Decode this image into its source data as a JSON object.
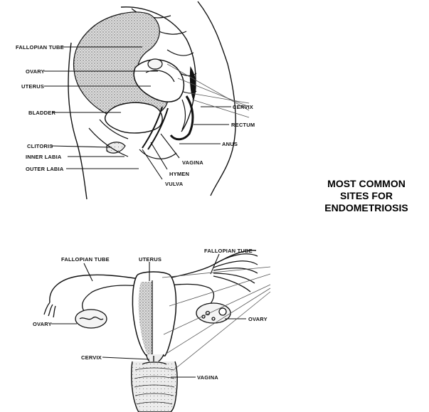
{
  "title": {
    "line1": "MOST COMMON",
    "line2": "SITES FOR",
    "line3": "ENDOMETRIOSIS"
  },
  "sagittal_labels": {
    "fallopian_tube": "FALLOPIAN TUBE",
    "ovary": "OVARY",
    "uterus": "UTERUS",
    "bladder": "BLADDER",
    "clitoris": "CLITORIS",
    "inner_labia": "INNER LABIA",
    "outer_labia": "OUTER LABIA",
    "cervix": "CERVIX",
    "rectum": "RECTUM",
    "anus": "ANUS",
    "vagina": "VAGINA",
    "hymen": "HYMEN",
    "vulva": "VULVA"
  },
  "frontal_labels": {
    "fallopian_tube_left": "FALLOPIAN TUBE",
    "uterus": "UTERUS",
    "fallopian_tube_right": "FALLOPIAN TUBE",
    "ovary_left": "OVARY",
    "ovary_right": "OVARY",
    "cervix": "CERVIX",
    "vagina": "VAGINA"
  }
}
